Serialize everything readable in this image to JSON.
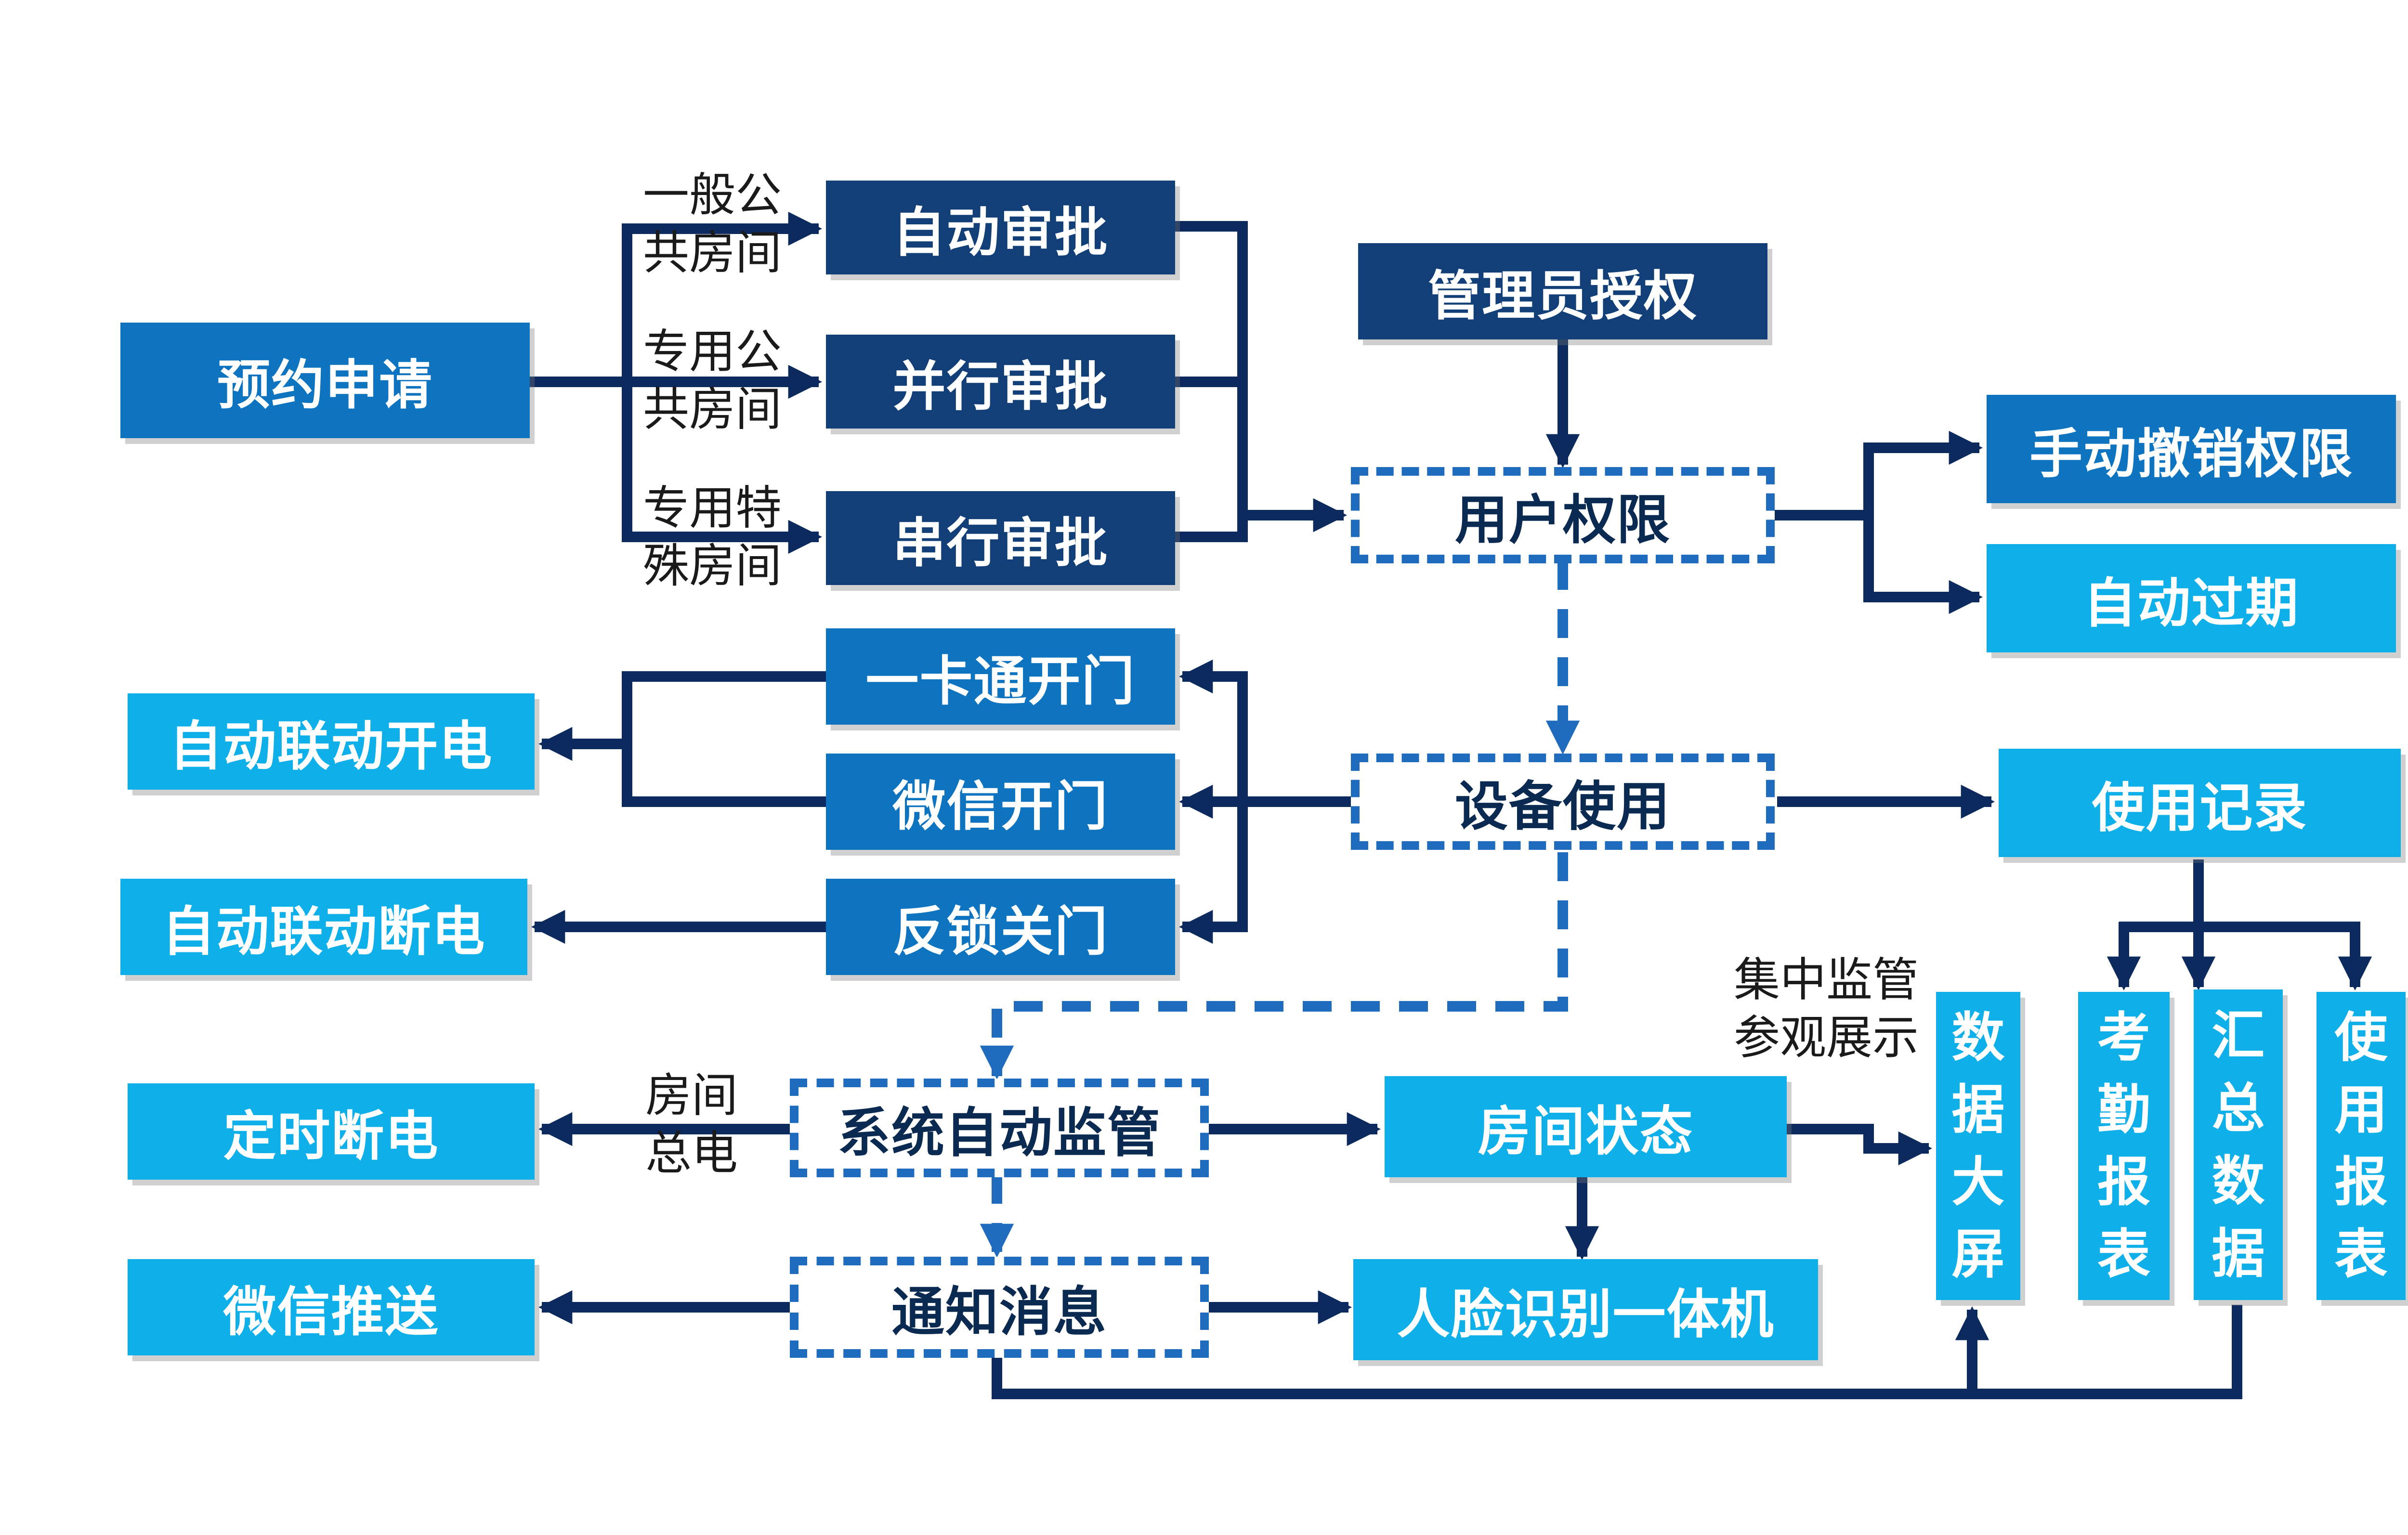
{
  "boxes": {
    "reservation": "预约申请",
    "auto_approval": "自动审批",
    "parallel_approval": "并行审批",
    "serial_approval": "串行审批",
    "admin_auth": "管理员授权",
    "user_permission": "用户权限",
    "manual_revoke": "手动撤销权限",
    "auto_expire": "自动过期",
    "card_open": "一卡通开门",
    "wechat_open": "微信开门",
    "lock_close": "反锁关门",
    "device_use": "设备使用",
    "auto_power_on": "自动联动开电",
    "auto_power_off": "自动联动断电",
    "usage_record": "使用记录",
    "system_monitor": "系统自动监管",
    "timed_power_off": "定时断电",
    "room_status": "房间状态",
    "notification": "通知消息",
    "wechat_push": "微信推送",
    "face_terminal": "人脸识别一体机"
  },
  "vertical_boxes": {
    "big_screen": [
      "数",
      "据",
      "大",
      "屏"
    ],
    "attendance": [
      "考",
      "勤",
      "报",
      "表"
    ],
    "summary": [
      "汇",
      "总",
      "数",
      "据"
    ],
    "usage_report": [
      "使",
      "用",
      "报",
      "表"
    ]
  },
  "labels": {
    "general_public_1": "一般公",
    "general_public_2": "共房间",
    "dedicated_public_1": "专用公",
    "dedicated_public_2": "共房间",
    "dedicated_special_1": "专用特",
    "dedicated_special_2": "殊房间",
    "room_master_1": "房间",
    "room_master_2": "总电",
    "central_1": "集中监管",
    "central_2": "参观展示"
  },
  "colors": {
    "dark_blue": "#123f78",
    "mid_blue": "#0f74c0",
    "light_blue": "#0fb0ea",
    "dashed_border": "#1f6cbf",
    "line": "#0c2a5e"
  }
}
